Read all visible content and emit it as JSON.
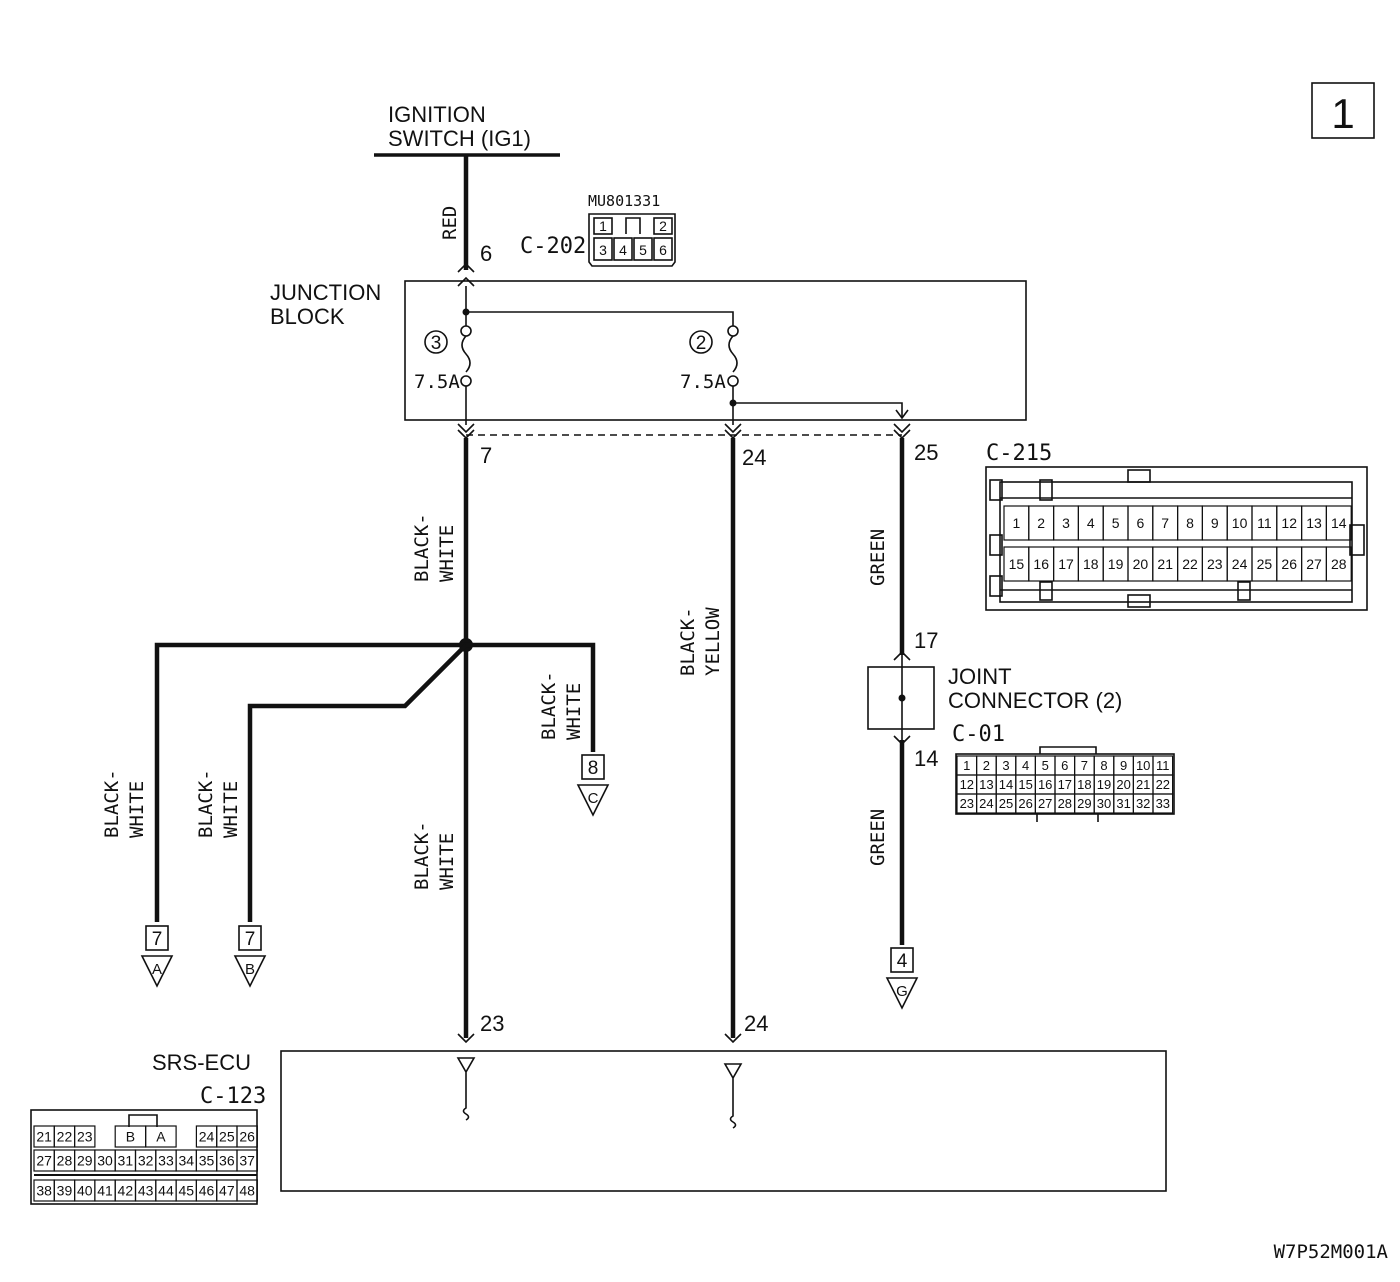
{
  "page_number": "1",
  "figure_code": "W7P52M001A",
  "ignition_switch": {
    "line1": "IGNITION",
    "line2": "SWITCH (IG1)"
  },
  "connector_c202": {
    "name": "C-202",
    "part_no": "MU801331",
    "pins": [
      "1",
      "2",
      "3",
      "4",
      "5",
      "6"
    ]
  },
  "junction_block": {
    "line1": "JUNCTION",
    "line2": "BLOCK",
    "fuses": [
      {
        "number": "3",
        "rating": "7.5A"
      },
      {
        "number": "2",
        "rating": "7.5A"
      }
    ],
    "input_pin": "6",
    "output_pins": [
      "7",
      "24",
      "25"
    ]
  },
  "wire_colors": {
    "red": "RED",
    "black_white_1": "BLACK-",
    "black_white_2": "WHITE",
    "black_yellow_1": "BLACK-",
    "black_yellow_2": "YELLOW",
    "green": "GREEN"
  },
  "connector_c215": {
    "name": "C-215",
    "row1": [
      "1",
      "2",
      "3",
      "4",
      "5",
      "6",
      "7",
      "8",
      "9",
      "10",
      "11",
      "12",
      "13",
      "14"
    ],
    "row2": [
      "15",
      "16",
      "17",
      "18",
      "19",
      "20",
      "21",
      "22",
      "23",
      "24",
      "25",
      "26",
      "27",
      "28"
    ]
  },
  "joint_connector": {
    "line1": "JOINT",
    "line2": "CONNECTOR (2)",
    "name": "C-01",
    "pin_in": "17",
    "pin_out": "14",
    "rows": [
      [
        "1",
        "2",
        "3",
        "4",
        "5",
        "6",
        "7",
        "8",
        "9",
        "10",
        "11"
      ],
      [
        "12",
        "13",
        "14",
        "15",
        "16",
        "17",
        "18",
        "19",
        "20",
        "21",
        "22"
      ],
      [
        "23",
        "24",
        "25",
        "26",
        "27",
        "28",
        "29",
        "30",
        "31",
        "32",
        "33"
      ]
    ]
  },
  "offpage": [
    {
      "pin": "7",
      "letter": "A"
    },
    {
      "pin": "7",
      "letter": "B"
    },
    {
      "pin": "8",
      "letter": "C"
    },
    {
      "pin": "4",
      "letter": "G"
    }
  ],
  "srs_ecu": {
    "name": "SRS-ECU",
    "connector": "C-123",
    "pins": [
      "23",
      "24"
    ],
    "row1": [
      "21",
      "22",
      "23",
      "B",
      "A",
      "24",
      "25",
      "26"
    ],
    "row2": [
      "27",
      "28",
      "29",
      "30",
      "31",
      "32",
      "33",
      "34",
      "35",
      "36",
      "37"
    ],
    "row3": [
      "38",
      "39",
      "40",
      "41",
      "42",
      "43",
      "44",
      "45",
      "46",
      "47",
      "48"
    ]
  }
}
